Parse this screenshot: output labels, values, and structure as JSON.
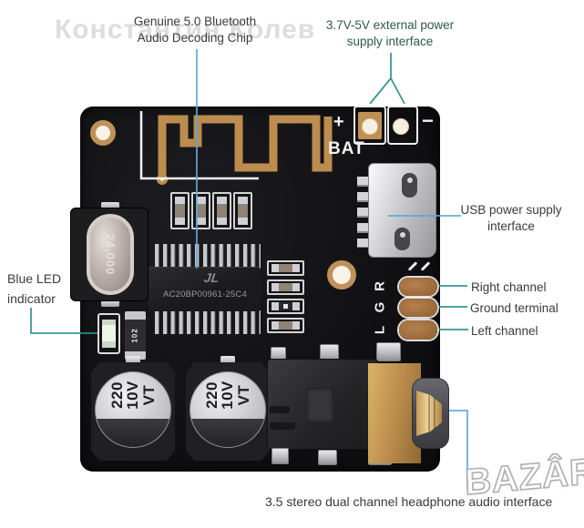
{
  "watermarks": {
    "seller": "Константин Колев",
    "logo": "BAZÂR"
  },
  "labels": {
    "chip": "Genuine 5.0 Bluetooth Audio Decoding Chip",
    "power": "3.7V-5V external power supply interface",
    "usb": "USB power supply interface",
    "right_channel": "Right channel",
    "ground": "Ground terminal",
    "left_channel": "Left channel",
    "led": "Blue LED indicator",
    "audio_jack": "3.5 stereo dual channel headphone audio interface"
  },
  "board": {
    "silkscreen": {
      "plus": "+",
      "minus": "−",
      "bat": "BAT",
      "r": "R",
      "g": "G",
      "l": "L"
    },
    "components": {
      "crystal": "24.000",
      "chip_logo": "JL",
      "chip_part": "AC20BP00961-25C4",
      "resistor": "102",
      "capacitor": {
        "line1": "220",
        "line2": "10V",
        "line3": "VT"
      }
    }
  },
  "colors": {
    "callout_teal": "#2f8f8d",
    "callout_blue": "#5ca9d6",
    "gold": "#bd8c4f",
    "silkscreen_white": "#f2f2f2",
    "pcb": "#131316",
    "copper_pad": "#9c6a3a"
  }
}
